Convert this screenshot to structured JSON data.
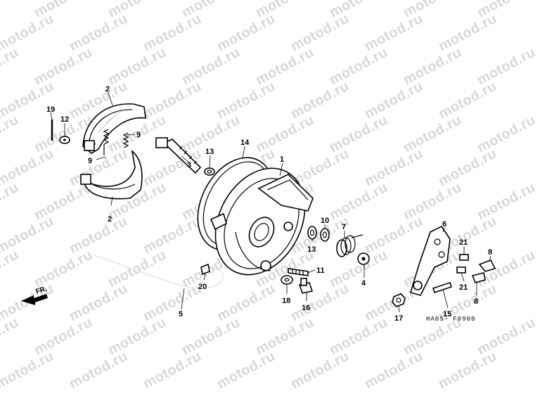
{
  "watermark": {
    "text": "motod.ru"
  },
  "direction_label": "FR.",
  "figure_code": "HA0S- F0900",
  "callouts": {
    "c1": "1",
    "c2a": "2",
    "c2b": "2",
    "c3": "3",
    "c4": "4",
    "c5": "5",
    "c6": "6",
    "c7": "7",
    "c8a": "8",
    "c8b": "8",
    "c9a": "9",
    "c9b": "9",
    "c10": "10",
    "c11": "11",
    "c12": "12",
    "c13a": "13",
    "c13b": "13",
    "c14": "14",
    "c15": "15",
    "c16": "16",
    "c17": "17",
    "c18": "18",
    "c19": "19",
    "c20": "20",
    "c21a": "21",
    "c21b": "21"
  }
}
